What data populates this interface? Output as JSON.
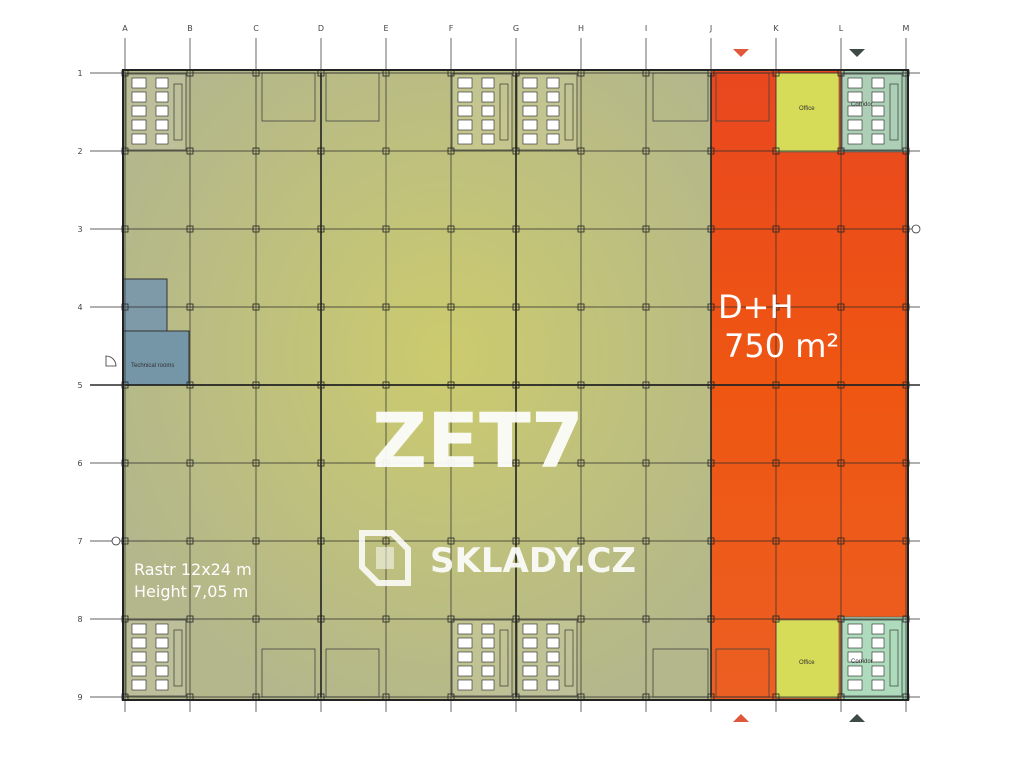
{
  "grid": {
    "columns": [
      "A",
      "B",
      "C",
      "D",
      "E",
      "F",
      "G",
      "H",
      "I",
      "J",
      "K",
      "L",
      "M"
    ],
    "rows": [
      "1",
      "2",
      "3",
      "4",
      "5",
      "6",
      "7",
      "8",
      "9"
    ]
  },
  "unit": {
    "name": "D+H",
    "area": "750 m²"
  },
  "info": {
    "grid_line": "Rastr 12x24 m",
    "height_line": "Height 7,05 m"
  },
  "rooms": {
    "technical": "Technical rooms",
    "office_top": "Office",
    "office_bottom": "Office",
    "corridor_top": "Corridor",
    "corridor_bottom": "Corridor"
  },
  "watermark": {
    "project": "ZET7",
    "site": "SKLADY.CZ"
  },
  "colors": {
    "hall": "#b8bb86",
    "hall_center": "#c6c779",
    "unit": "#ee5a1f",
    "office": "#d4d957",
    "corridor": "#9fd1b4",
    "technical": "#7d9aaa",
    "grid_line": "#2b2b2b",
    "arrow_red": "#e0573a",
    "arrow_dark": "#3d4a45"
  }
}
